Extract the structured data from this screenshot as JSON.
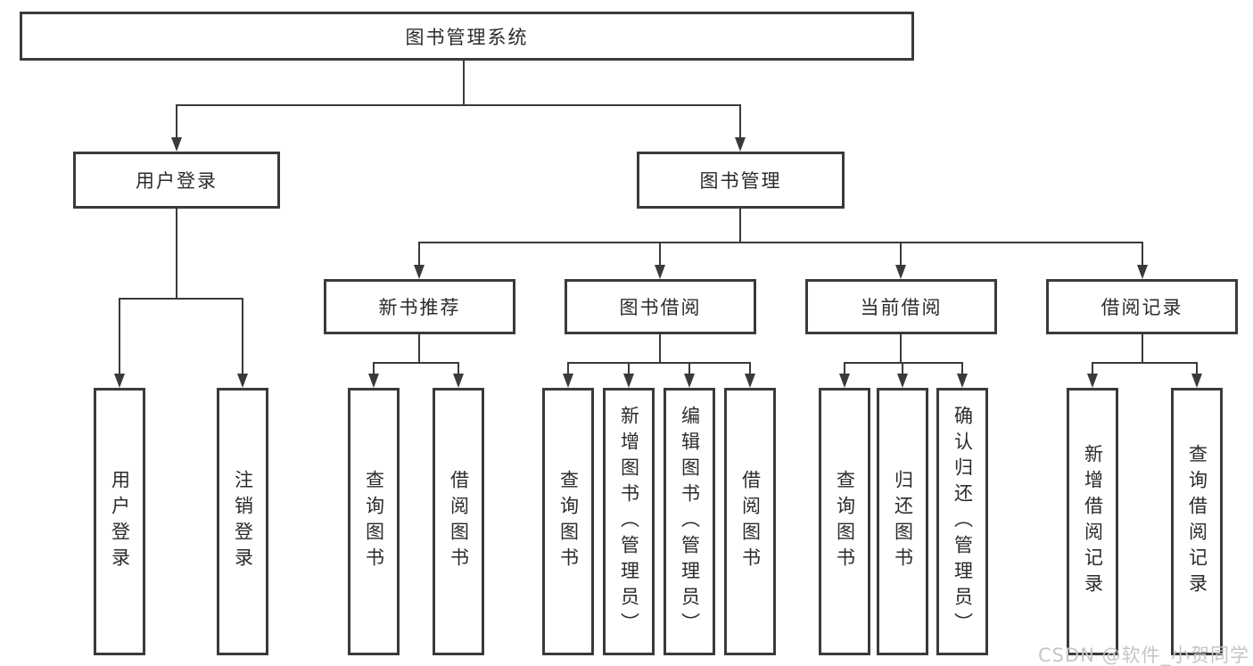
{
  "diagram": {
    "root": {
      "label": "图书管理系统"
    },
    "branches": {
      "user_login": {
        "label": "用户登录",
        "children": [
          "用户登录",
          "注销登录"
        ]
      },
      "book_mgmt": {
        "label": "图书管理",
        "sections": {
          "new_books": {
            "label": "新书推荐",
            "children": [
              "查询图书",
              "借阅图书"
            ]
          },
          "book_borrow": {
            "label": "图书借阅",
            "children": [
              "查询图书",
              "新增图书（管理员）",
              "编辑图书（管理员）",
              "借阅图书"
            ]
          },
          "current_borrow": {
            "label": "当前借阅",
            "children": [
              "查询图书",
              "归还图书",
              "确认归还（管理员）"
            ]
          },
          "borrow_records": {
            "label": "借阅记录",
            "children": [
              "新增借阅记录",
              "查询借阅记录"
            ]
          }
        }
      }
    }
  },
  "watermark": {
    "text": "CSDN @软件_小贺同学",
    "color": "#c6c6c6"
  },
  "colors": {
    "line": "#3a3a3a",
    "box_border": "#3a3a3a",
    "box_fill": "#ffffff",
    "text": "#2b2b2b",
    "background": "#ffffff"
  }
}
